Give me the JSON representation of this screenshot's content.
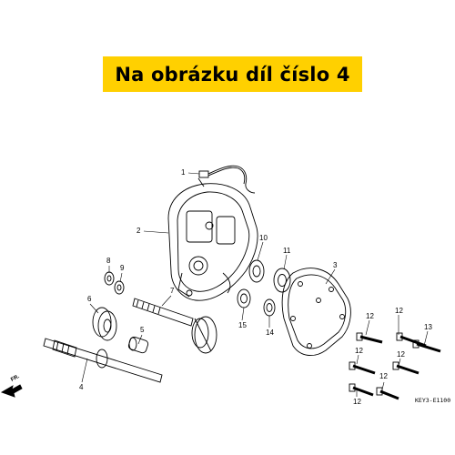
{
  "banner": {
    "text": "Na obrázku díl číslo 4",
    "color": "#ffd000"
  },
  "callouts": {
    "n1": "1",
    "n2": "2",
    "n3": "3",
    "n4": "4",
    "n5": "5",
    "n6": "6",
    "n7": "7",
    "n8": "8",
    "n9": "9",
    "n10": "10",
    "n11": "11",
    "n12a": "12",
    "n12b": "12",
    "n12c": "12",
    "n12d": "12",
    "n13": "13",
    "n14": "14",
    "n15": "15"
  },
  "direction_label": "FR.",
  "reference_code": "KEY3-E1100"
}
